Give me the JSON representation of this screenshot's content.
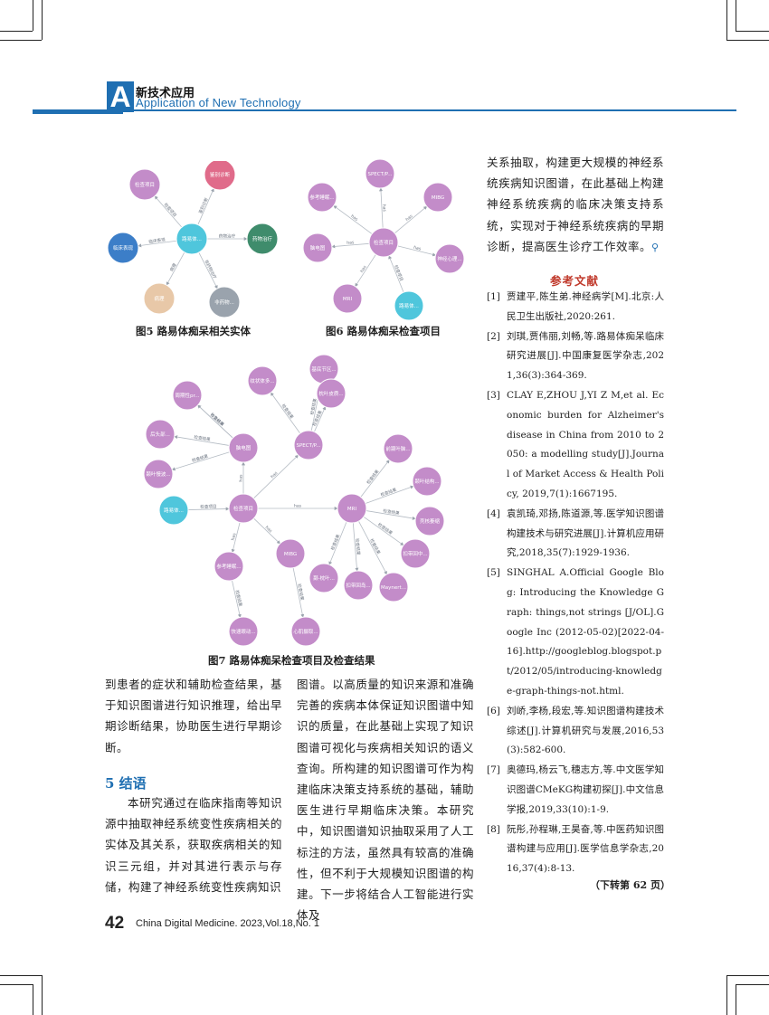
{
  "header": {
    "logo_letter": "A",
    "title_cn": "新技术应用",
    "title_en": "Application of New Technology"
  },
  "figures": {
    "fig5": {
      "caption": "图5 路易体痴呆相关实体",
      "nodes": [
        "检查项目",
        "鉴别诊断",
        "路易体...",
        "药物治疗",
        "临床表现",
        "病理",
        "非药物..."
      ],
      "edges": [
        "检查项目",
        "鉴别诊断",
        "药物治疗",
        "临床表现",
        "病理",
        "非药物治疗"
      ]
    },
    "fig6": {
      "caption": "图6 路易体痴呆检查项目",
      "nodes": [
        "SPECT/P...",
        "参考睡眠...",
        "MIBG",
        "脑电图",
        "检查项目",
        "神经心理...",
        "MRI",
        "路易体..."
      ],
      "edges": [
        "has",
        "has",
        "has",
        "has",
        "has",
        "has",
        "检查项目"
      ]
    },
    "fig7": {
      "caption": "图7 路易体痴呆检查项目及检查结果",
      "nodes": [
        "基底节区...",
        "纹状体多...",
        "枕叶皮质...",
        "周期性pr...",
        "SPECT/P...",
        "后头部...",
        "脑电图",
        "颞叶慢波...",
        "前颞叶脑...",
        "颞叶结构...",
        "路易体...",
        "检查项目",
        "MRI",
        "壳核萎缩",
        "参考睡眠...",
        "MIBG",
        "扣带回中...",
        "颞-枕叶...",
        "扣带回岛...",
        "Maynert...",
        "快速眼动...",
        "心肌摄取..."
      ],
      "edges": [
        "检查结果",
        "检查结果",
        "检查结果",
        "检查结果",
        "检查结果",
        "检查结果",
        "检查结果",
        "has",
        "has",
        "检查项目",
        "has",
        "has",
        "has",
        "检查结果",
        "检查结果",
        "检查结果",
        "检查结果",
        "检查结果",
        "检查结果",
        "检查结果",
        "检查结果",
        "检查结果"
      ]
    }
  },
  "body": {
    "left_col_top": "到患者的症状和辅助检查结果，基于知识图谱进行知识推理，给出早期诊断结果，协助医生进行早期诊断。",
    "section5_title": "5 结语",
    "left_col_s5": "本研究通过在临床指南等知识源中抽取神经系统变性疾病相关的实体及其关系，获取疾病相关的知识三元组，并对其进行表示与存储，构建了神经系统变性疾病知识",
    "middle_col": "图谱。以高质量的知识来源和准确完善的疾病本体保证知识图谱中知识的质量，在此基础上实现了知识图谱可视化与疾病相关知识的语义查询。所构建的知识图谱可作为构建临床决策支持系统的基础，辅助医生进行早期临床决策。本研究中，知识图谱知识抽取采用了人工标注的方法，虽然具有较高的准确性，但不利于大规模知识图谱的构建。下一步将结合人工智能进行实体及",
    "right_col_top": "关系抽取，构建更大规模的神经系统疾病知识图谱，在此基础上构建神经系统疾病的临床决策支持系统，实现对于神经系统疾病的早期诊断，提高医生诊疗工作效率。"
  },
  "references": {
    "heading": "参考文献",
    "items": [
      {
        "num": "[1]",
        "text": "贾建平,陈生弟.神经病学[M].北京:人民卫生出版社,2020:261."
      },
      {
        "num": "[2]",
        "text": "刘琪,贾伟丽,刘畅,等.路易体痴呆临床研究进展[J].中国康复医学杂志,2021,36(3):364-369."
      },
      {
        "num": "[3]",
        "text": "CLAY E,ZHOU J,YI Z M,et al. Economic burden for Alzheimer's disease in China from 2010 to 2050: a modelling study[J].Journal of Market Access & Health Policy, 2019,7(1):1667195."
      },
      {
        "num": "[4]",
        "text": "袁凯琦,邓扬,陈道源,等.医学知识图谱构建技术与研究进展[J].计算机应用研究,2018,35(7):1929-1936."
      },
      {
        "num": "[5]",
        "text": "SINGHAL A.Official Google Blog: Introducing the Knowledge Graph: things,not strings [J/OL].Google Inc (2012-05-02)[2022-04-16].http://googleblog.blogspot.pt/2012/05/introducing-knowledge-graph-things-not.html."
      },
      {
        "num": "[6]",
        "text": "刘峤,李杨,段宏,等.知识图谱构建技术综述[J].计算机研究与发展,2016,53(3):582-600."
      },
      {
        "num": "[7]",
        "text": "奥德玛,杨云飞,穗志方,等.中文医学知识图谱CMeKG构建初探[J].中文信息学报,2019,33(10):1-9."
      },
      {
        "num": "[8]",
        "text": "阮彤,孙程琳,王昊奋,等.中医药知识图谱构建与应用[J].医学信息学杂志,2016,37(4):8-13."
      }
    ],
    "continued": "（下转第 62 页）"
  },
  "footer": {
    "page_number": "42",
    "journal": "China Digital Medicine. 2023,Vol.18,No. 1"
  },
  "colors": {
    "brand_blue": "#1f6fb2",
    "node_purple": "#c38cc9",
    "node_cyan": "#4fc6dc",
    "node_red": "#e06b8a",
    "node_green": "#3f8c6c",
    "node_blue": "#3c7ec8",
    "node_tan": "#e8c8a8",
    "node_gray": "#9aa3ad"
  }
}
